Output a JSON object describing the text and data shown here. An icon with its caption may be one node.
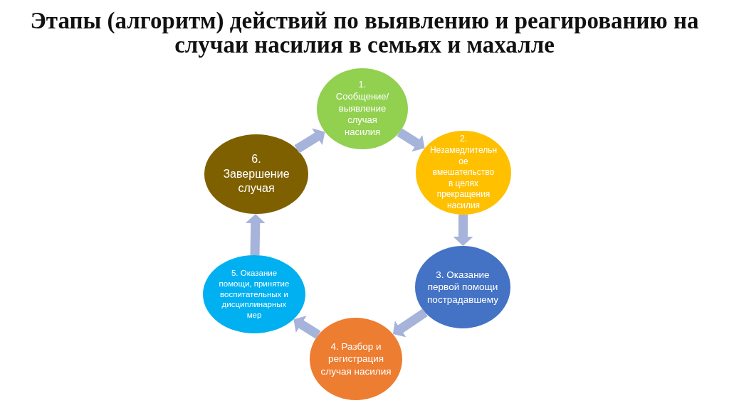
{
  "diagram": {
    "title": "Этапы (алгоритм) действий по выявлению и реагированию на случаи насилия в семьях и махалле",
    "nodes": [
      {
        "text": [
          "1. Сообщение/выявление случая насилия"
        ]
      },
      {
        "text": [
          "2. Незамедлительное вмешательство в целях прекращения насилия"
        ]
      },
      {
        "text": [
          "3. Оказание первой помощи пострадавшему"
        ]
      },
      {
        "text": [
          "4. Разбор и регистрация случая насилия"
        ]
      },
      {
        "text": [
          "5. Оказание помощи, принятие воспитательных и дисциплинарных мер"
        ]
      },
      {
        "text": [
          "6. Завершение случая"
        ]
      }
    ],
    "edges": [
      {
        "from": 0,
        "to": 1,
        "arrow": "to"
      },
      {
        "from": 1,
        "to": 2,
        "arrow": "to"
      },
      {
        "from": 2,
        "to": 3,
        "arrow": "to"
      },
      {
        "from": 3,
        "to": 4,
        "arrow": "to"
      },
      {
        "from": 4,
        "to": 5,
        "arrow": "to"
      },
      {
        "from": 5,
        "to": 0,
        "arrow": "to"
      }
    ]
  }
}
